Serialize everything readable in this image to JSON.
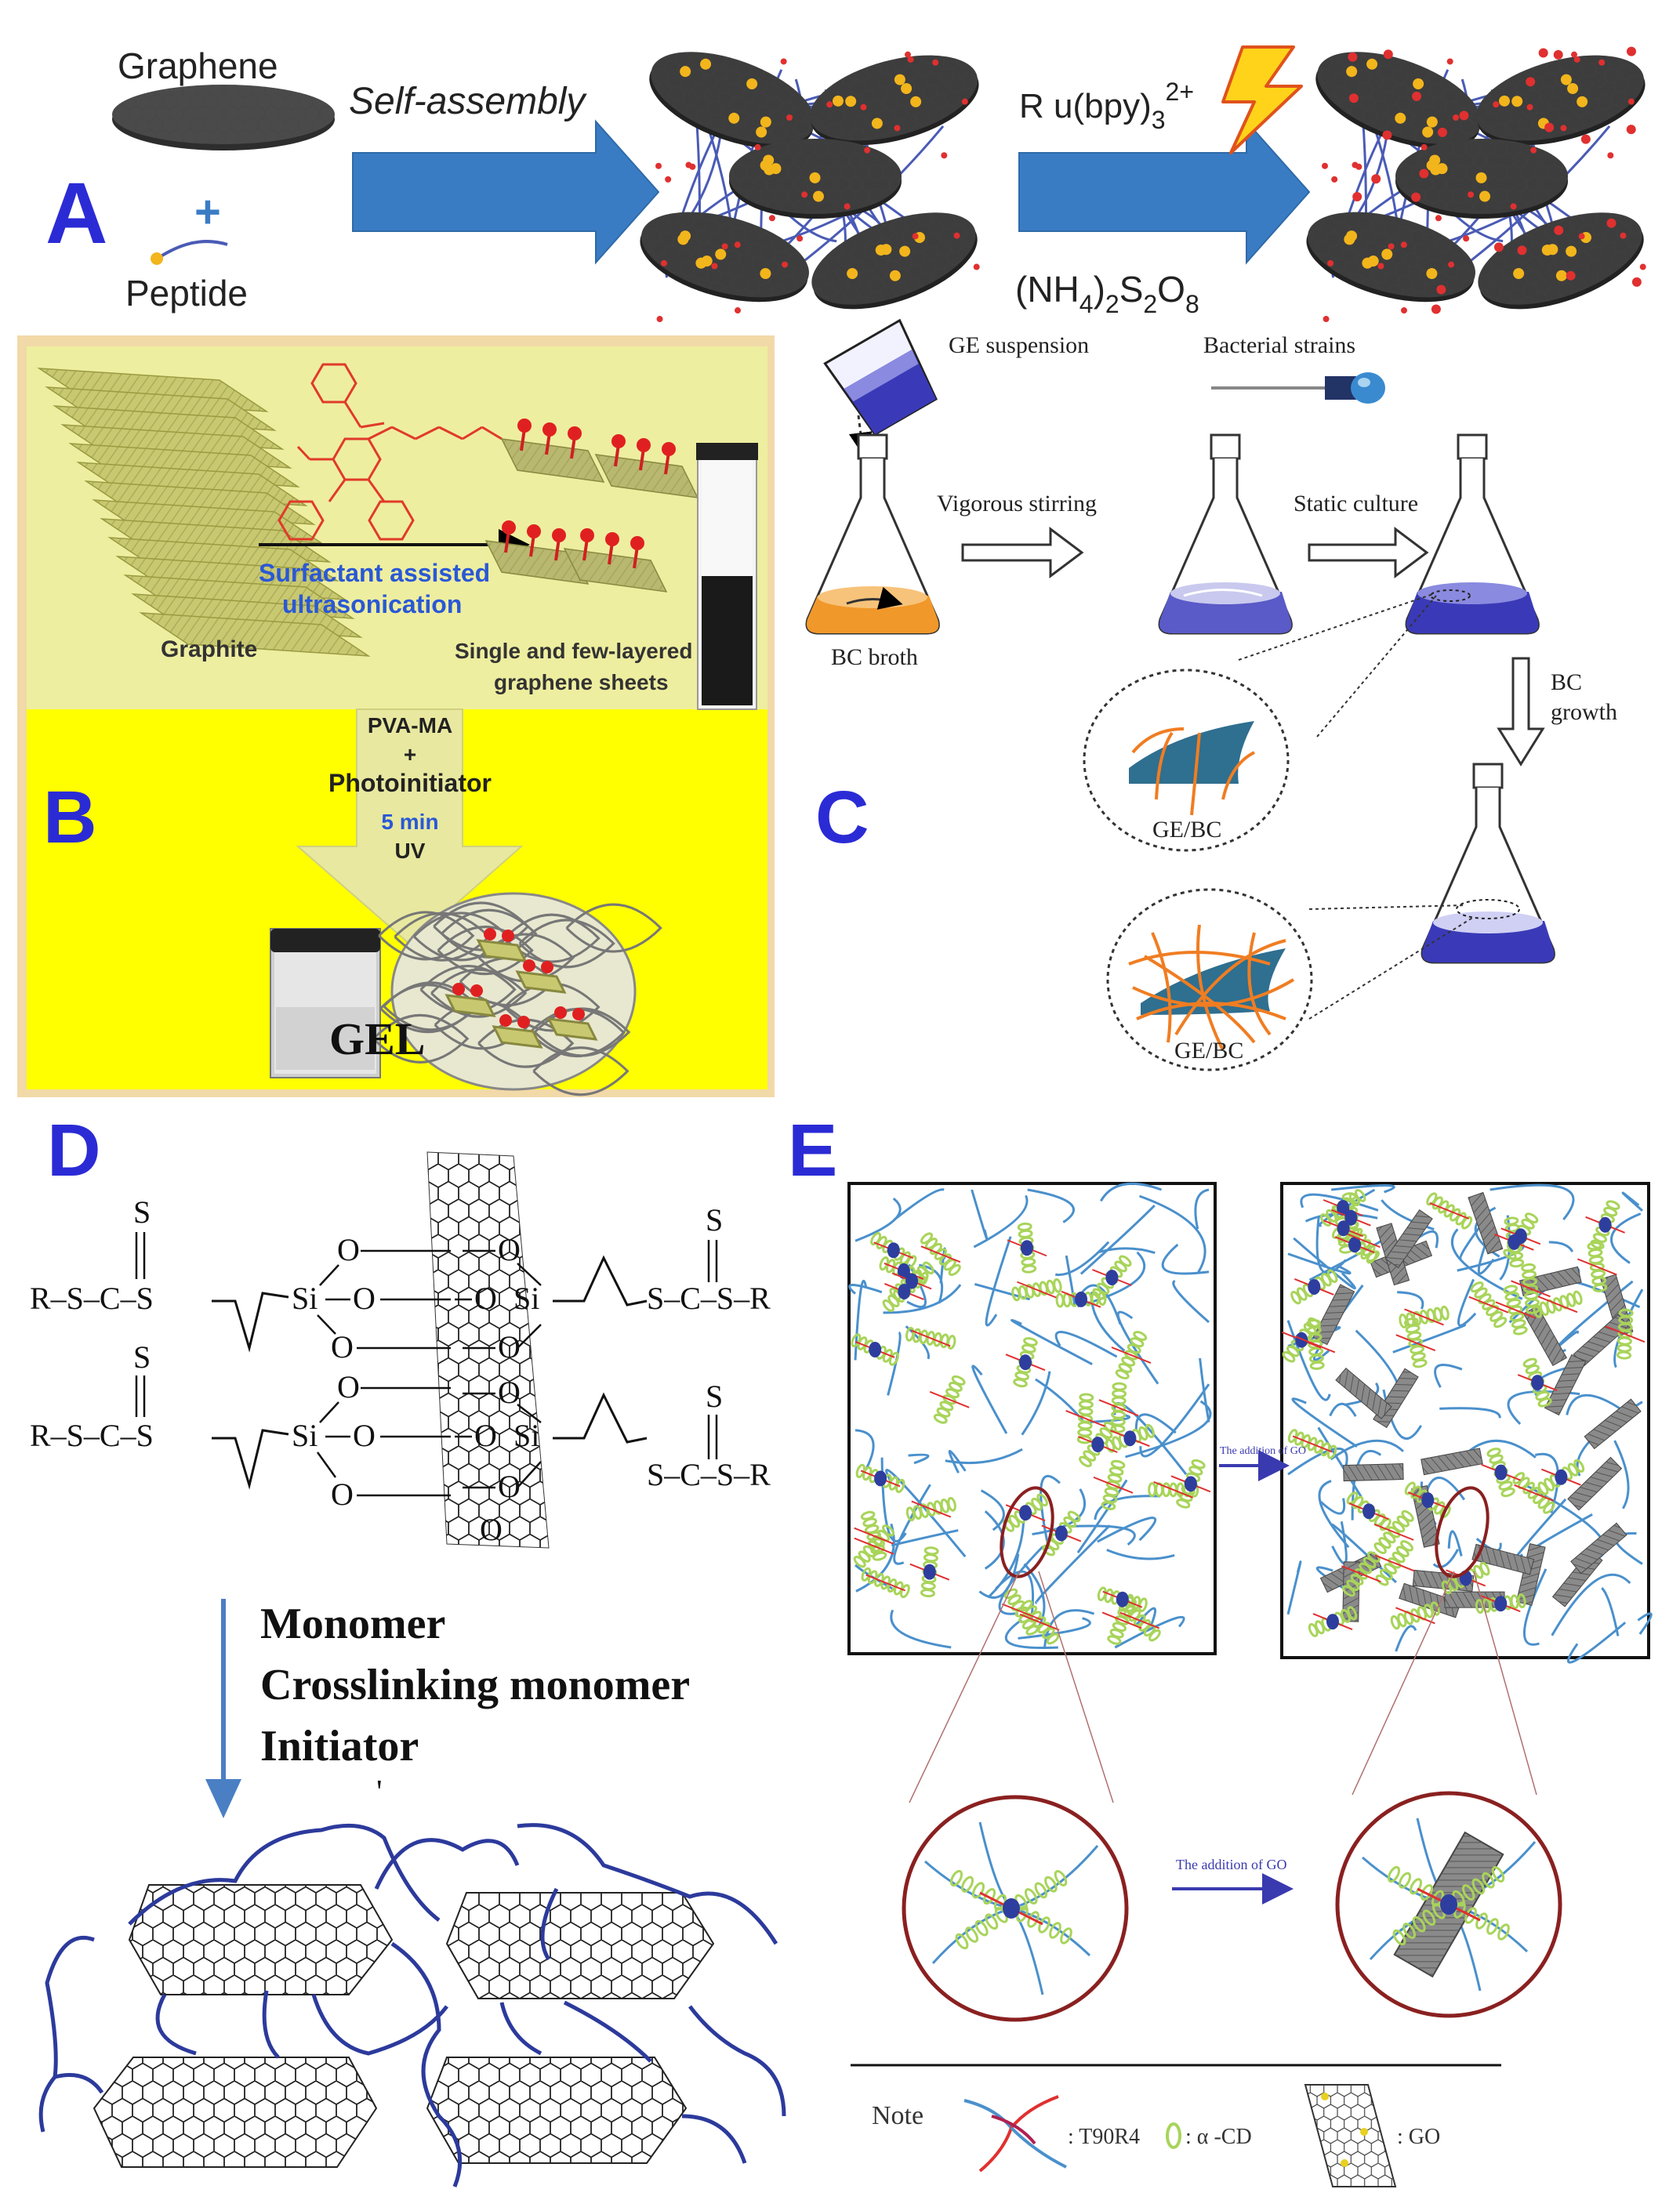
{
  "panels": {
    "A": {
      "letter": "A",
      "graphene_label": "Graphene",
      "plus": "+",
      "peptide_label": "Peptide",
      "arrow1_label": "Self-assembly",
      "catalyst_base": "R u(bpy)",
      "catalyst_sub": "3",
      "catalyst_sup": "2+",
      "oxidant_p1": "(NH",
      "oxidant_s1": "4",
      "oxidant_p2": ")",
      "oxidant_s2": "2",
      "oxidant_p3": "S",
      "oxidant_s3": "2",
      "oxidant_p4": "O",
      "oxidant_s4": "8"
    },
    "B": {
      "letter": "B",
      "process_line1": "Surfactant assisted",
      "process_line2": "ultrasonication",
      "graphite_label": "Graphite",
      "sheets_line1": "Single and few-layered",
      "sheets_line2": "graphene sheets",
      "reagent_line1": "PVA-MA",
      "reagent_line2": "+",
      "reagent_line3": "Photoinitiator",
      "time_label": "5 min",
      "uv_label": "UV",
      "gel_label": "GEL"
    },
    "C": {
      "letter": "C",
      "ge_suspension": "GE suspension",
      "bacterial_strains": "Bacterial strains",
      "vigorous_stirring": "Vigorous stirring",
      "static_culture": "Static culture",
      "bc_broth": "BC broth",
      "bc_growth_line1": "BC",
      "bc_growth_line2": "growth",
      "gebc_label_1": "GE/BC",
      "gebc_label_2": "GE/BC"
    },
    "D": {
      "letter": "D",
      "step_line1": "Monomer",
      "step_line2": "Crosslinking monomer",
      "step_line3": "Initiator",
      "row1_left": "R–S–C–S",
      "row1_right": "S–C–S–R",
      "row2_left": "R–S–C–S",
      "row2_right": "S–C–S–R",
      "atom_s": "S",
      "atom_si": "Si",
      "atom_o": "O",
      "tick_mark": "'"
    },
    "E": {
      "letter": "E",
      "addition_label_1": "The addition of GO",
      "addition_label_2": "The addition of GO",
      "note_label": "Note",
      "legend_t90r4": ": T90R4",
      "legend_cd": ": α -CD",
      "legend_go": ": GO"
    }
  },
  "colors": {
    "panel_letter": "#2b2bd6",
    "arrow_blue": "#3a7cc4",
    "graphene_sheet": "#3a3a3a",
    "peptide_line": "#4a5bb5",
    "peptide_head": "#f2b51c",
    "crosslink_red": "#e03030",
    "lightning_fill": "#ffd31a",
    "lightning_stroke": "#e0521c",
    "panelB_top_bg": "#eeeea0",
    "panelB_bottom_bg": "#ffff00",
    "panelB_border": "#f2d9a8",
    "surfactant_red": "#e03a2a",
    "process_text": "#2a58d6",
    "bc_fiber": "#f07d22",
    "ge_sheet": "#2f6f8f",
    "medium_blue": "#3a3ab8",
    "broth_orange": "#f0982a",
    "d_arrow": "#4a7fc4",
    "d_polymer": "#2c3a9c",
    "e_chain": "#4a90cc",
    "e_cd_green": "#a8d45a",
    "e_core": "#2e3e9e",
    "e_circle": "#8a2020"
  }
}
